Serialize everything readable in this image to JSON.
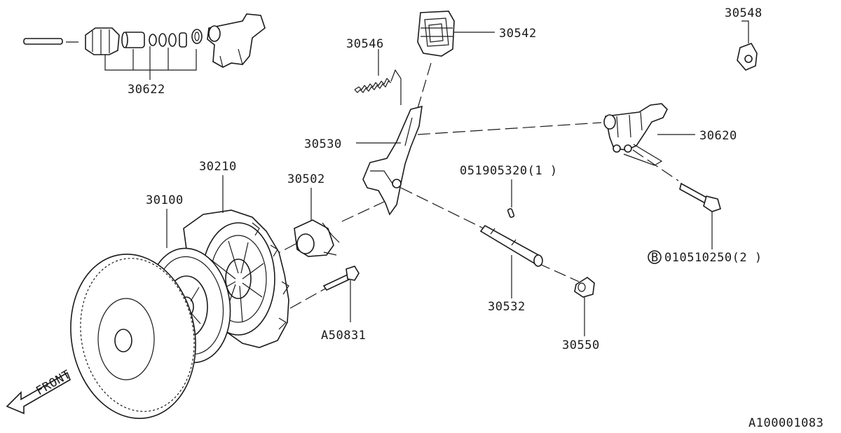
{
  "diagram": {
    "reference_code": "A100001083",
    "front_marker": "FRONT",
    "parts": {
      "p30622": "30622",
      "p30546": "30546",
      "p30542": "30542",
      "p30548": "30548",
      "p30530": "30530",
      "p30620": "30620",
      "p30210": "30210",
      "p30502": "30502",
      "p051905320": "051905320(1 )",
      "p30100": "30100",
      "p010510250": "010510250(2 )",
      "p010510250_prefix": "B",
      "p30532": "30532",
      "pA50831": "A50831",
      "p30550": "30550"
    }
  }
}
